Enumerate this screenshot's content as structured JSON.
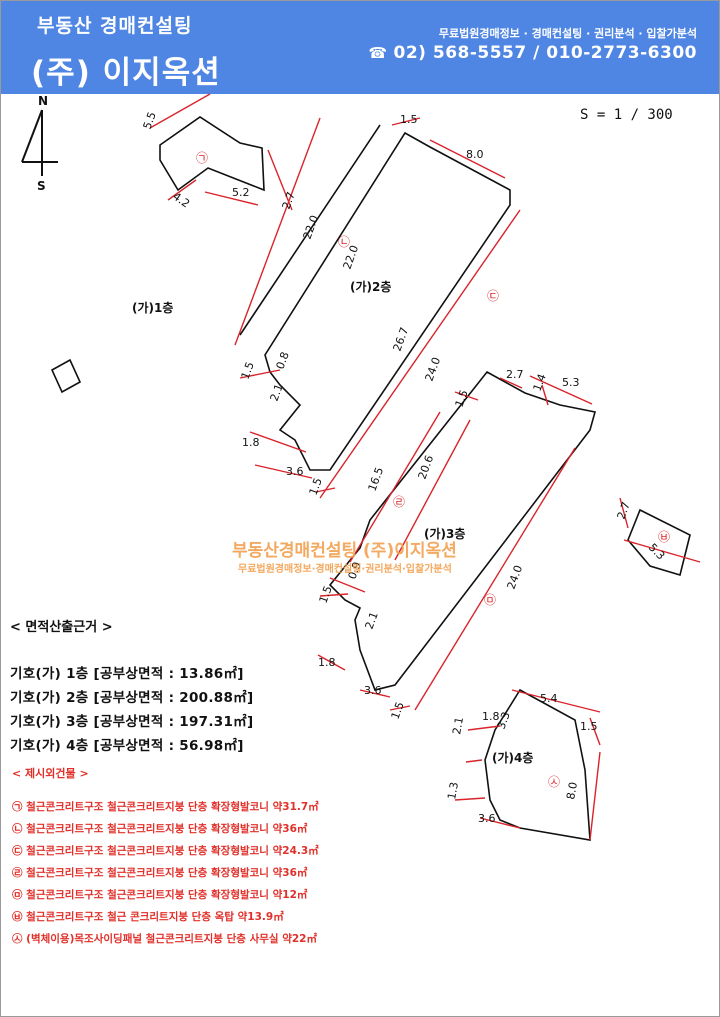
{
  "header": {
    "brand_top": "부동산 경매컨설팅",
    "brand_main": "(주) 이지옥션",
    "services": "무료법원경매정보 · 경매컨설팅 · 권리분석 · 입찰가분석",
    "phone_icon": "telephone-icon",
    "phone": "02) 568-5557 / 010-2773-6300"
  },
  "compass": {
    "north": "N",
    "south": "S"
  },
  "scale": "S = 1 / 300",
  "labels": {
    "floor1": "(가)1층",
    "floor2": "(가)2층",
    "floor3": "(가)3층",
    "floor4": "(가)4층",
    "mark_a": "㉠",
    "mark_b": "㉡",
    "mark_c": "㉢",
    "mark_d": "㉣",
    "mark_e": "㉤",
    "mark_f": "㉥",
    "mark_g": "㉦"
  },
  "dimensions": {
    "d_1_5a": "1.5",
    "d_8_0a": "8.0",
    "d_5_5": "5.5",
    "d_4_2": "4.2",
    "d_5_2": "5.2",
    "d_2_7a": "2.7",
    "d_22_0a": "22.0",
    "d_22_0b": "22.0",
    "d_26_7": "26.7",
    "d_24_0a": "24.0",
    "d_2_1a": "2.1",
    "d_1_8a": "1.8",
    "d_1_5b": "1.5",
    "d_0_8": "0.8",
    "d_3_6a": "3.6",
    "d_1_5c": "1.5",
    "d_2_7b": "2.7",
    "d_5_3a": "5.3",
    "d_1_4": "1.4",
    "d_1_5d": "1.5",
    "d_16_5": "16.5",
    "d_20_6": "20.6",
    "d_24_0b": "24.0",
    "d_2_7c": "2.7",
    "d_5_3b": "5.3",
    "d_1_5e": "1.5",
    "d_0_9": "0.9",
    "d_2_1b": "2.1",
    "d_1_8b": "1.8",
    "d_3_6b": "3.6",
    "d_1_5f": "1.5",
    "d_5_4": "5.4",
    "d_1_5g": "1.5",
    "d_1_8c": "1.8",
    "d_3_3": "3.3",
    "d_2_1c": "2.1",
    "d_8_0b": "8.0",
    "d_1_3": "1.3",
    "d_3_6c": "3.6"
  },
  "watermark": {
    "title": "부동산경매컨설팅 (주)이지옥션",
    "subtitle": "무료법원경매정보·경매컨설팅·권리분석·입찰가분석"
  },
  "area_basis": {
    "title": "< 면적산출근거 >",
    "rows": [
      "기호(가) 1층 [공부상면적 : 13.86㎡]",
      "기호(가) 2층 [공부상면적 : 200.88㎡]",
      "기호(가) 3층 [공부상면적 : 197.31㎡]",
      "기호(가) 4층 [공부상면적 : 56.98㎡]"
    ]
  },
  "annex": {
    "title": "< 제시외건물 >",
    "items": [
      {
        "mark": "㉠",
        "text": "철근콘크리트구조 철근콘크리트지붕 단층 확장형발코니 약31.7㎡"
      },
      {
        "mark": "㉡",
        "text": "철근콘크리트구조 철근콘크리트지붕 단층 확장형발코니 약36㎡"
      },
      {
        "mark": "㉢",
        "text": "철근콘크리트구조 철근콘크리트지붕 단층 확장형발코니 약24.3㎡"
      },
      {
        "mark": "㉣",
        "text": "철근콘크리트구조 철근콘크리트지붕 단층 확장형발코니 약36㎡"
      },
      {
        "mark": "㉤",
        "text": "철근콘크리트구조 철근콘크리트지붕 단층 확장형발코니 약12㎡"
      },
      {
        "mark": "㉥",
        "text": "철근콘크리트구조 철근 콘크리트지붕 단층 옥탑 약13.9㎡"
      },
      {
        "mark": "㉦",
        "text": "(벽체이용)목조사이딩패널 철근콘크리트지붕 단층 사무실 약22㎡"
      }
    ]
  },
  "colors": {
    "header_bg": "#4f86e3",
    "dimension": "#d9242a",
    "outline": "#111111",
    "watermark": "#f2a04f"
  }
}
